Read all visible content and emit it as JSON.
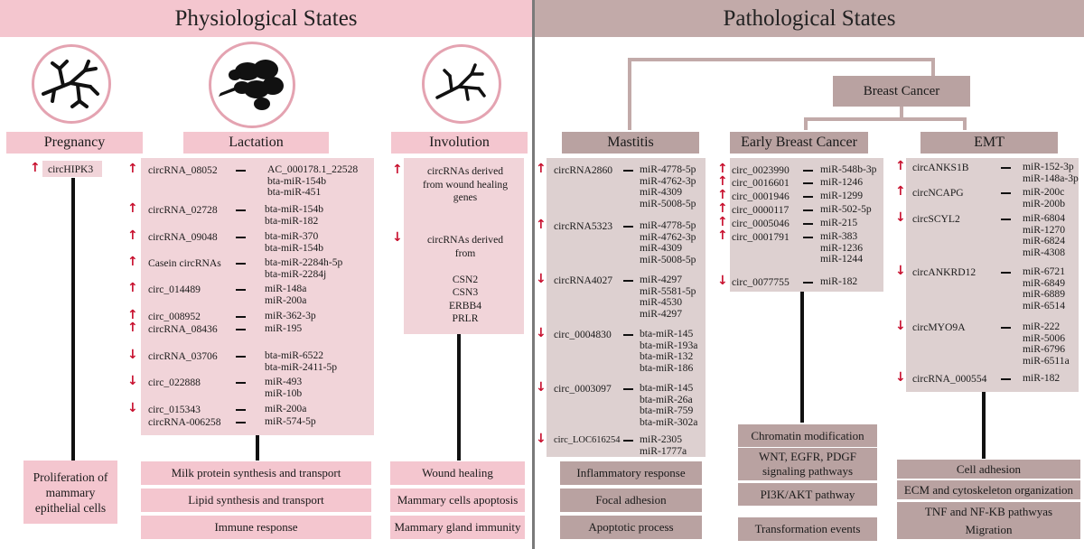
{
  "headers": {
    "physiological": "Physiological States",
    "pathological": "Pathological States"
  },
  "colors": {
    "pink": "#f4c6cf",
    "pink_light": "#f1d4d9",
    "brown": "#b9a2a1",
    "gray_light": "#ddd0d0",
    "up": "#c8102e",
    "down": "#c8102e"
  },
  "breast_cancer_label": "Breast Cancer",
  "pregnancy": {
    "title": "Pregnancy",
    "items": [
      {
        "dir": "up",
        "circ": "circHIPK3"
      }
    ],
    "outcome": "Proliferation of mammary epithelial cells"
  },
  "lactation": {
    "title": "Lactation",
    "items": [
      {
        "dir": "up",
        "circ": "circRNA_08052",
        "mirs": "AC_000178.1_22528\nbta-miR-154b\nbta-miR-451"
      },
      {
        "dir": "up",
        "circ": "circRNA_02728",
        "mirs": "bta-miR-154b\nbta-miR-182"
      },
      {
        "dir": "up",
        "circ": "circRNA_09048",
        "mirs": "bta-miR-370\nbta-miR-154b"
      },
      {
        "dir": "up",
        "circ": "Casein circRNAs",
        "mirs": "bta-miR-2284h-5p\nbta-miR-2284j"
      },
      {
        "dir": "up",
        "circ": "circ_014489",
        "mirs": "miR-148a\nmiR-200a"
      },
      {
        "dir": "up",
        "circ": "circ_008952",
        "mirs": "miR-362-3p"
      },
      {
        "dir": "up",
        "circ": "circRNA_08436",
        "mirs": "miR-195"
      },
      {
        "dir": "down",
        "circ": "circRNA_03706",
        "mirs": "bta-miR-6522\nbta-miR-2411-5p"
      },
      {
        "dir": "down",
        "circ": "circ_022888",
        "mirs": "miR-493\nmiR-10b"
      },
      {
        "dir": "down",
        "circ": "circ_015343",
        "mirs": "miR-200a"
      },
      {
        "dir": "",
        "circ": "circRNA-006258",
        "mirs": "miR-574-5p"
      }
    ],
    "outcomes": [
      "Milk protein synthesis and transport",
      "Lipid synthesis and transport",
      "Immune response"
    ]
  },
  "involution": {
    "title": "Involution",
    "items": [
      {
        "dir": "up",
        "text": "circRNAs derived\nfrom wound healing\ngenes"
      },
      {
        "dir": "down",
        "text": "circRNAs derived\nfrom\n\nCSN2\nCSN3\nERBB4\nPRLR"
      }
    ],
    "outcomes": [
      "Wound healing",
      "Mammary cells apoptosis",
      "Mammary gland immunity"
    ]
  },
  "mastitis": {
    "title": "Mastitis",
    "items": [
      {
        "dir": "up",
        "circ": "circRNA2860",
        "mirs": "miR-4778-5p\nmiR-4762-3p\nmiR-4309\nmiR-5008-5p"
      },
      {
        "dir": "up",
        "circ": "circRNA5323",
        "mirs": "miR-4778-5p\nmiR-4762-3p\nmiR-4309\nmiR-5008-5p"
      },
      {
        "dir": "down",
        "circ": "circRNA4027",
        "mirs": "miR-4297\nmiR-5581-5p\nmiR-4530\nmiR-4297"
      },
      {
        "dir": "down",
        "circ": "circ_0004830",
        "mirs": "bta-miR-145\nbta-miR-193a\nbta-miR-132\nbta-miR-186"
      },
      {
        "dir": "down",
        "circ": "circ_0003097",
        "mirs": "bta-miR-145\nbta-miR-26a\nbta-miR-759\nbta-miR-302a"
      },
      {
        "dir": "down",
        "circ": "circ_LOC616254",
        "mirs": "miR-2305\nmiR-1777a"
      }
    ],
    "outcomes": [
      "Inflammatory response",
      "Focal adhesion",
      "Apoptotic process"
    ]
  },
  "early_bc": {
    "title": "Early Breast Cancer",
    "items": [
      {
        "dir": "up",
        "circ": "circ_0023990",
        "mirs": "miR-548b-3p"
      },
      {
        "dir": "up",
        "circ": "circ_0016601",
        "mirs": "miR-1246"
      },
      {
        "dir": "up",
        "circ": "circ_0001946",
        "mirs": "miR-1299"
      },
      {
        "dir": "up",
        "circ": "circ_0000117",
        "mirs": "miR-502-5p"
      },
      {
        "dir": "up",
        "circ": "circ_0005046",
        "mirs": "miR-215"
      },
      {
        "dir": "up",
        "circ": "circ_0001791",
        "mirs": "miR-383\nmiR-1236\nmiR-1244"
      },
      {
        "dir": "down",
        "circ": "circ_0077755",
        "mirs": "miR-182"
      }
    ],
    "outcomes": [
      "Chromatin modification",
      "WNT, EGFR, PDGF signaling pathways",
      "PI3K/AKT pathway",
      "Transformation events"
    ]
  },
  "emt": {
    "title": "EMT",
    "items": [
      {
        "dir": "up",
        "circ": "circANKS1B",
        "mirs": "miR-152-3p\nmiR-148a-3p"
      },
      {
        "dir": "up",
        "circ": "circNCAPG",
        "mirs": "miR-200c\nmiR-200b"
      },
      {
        "dir": "down",
        "circ": "circSCYL2",
        "mirs": "miR-6804\nmiR-1270\nmiR-6824\nmiR-4308"
      },
      {
        "dir": "down",
        "circ": "circANKRD12",
        "mirs": "miR-6721\nmiR-6849\nmiR-6889\nmiR-6514"
      },
      {
        "dir": "down",
        "circ": "circMYO9A",
        "mirs": "miR-222\nmiR-5006\nmiR-6796\nmiR-6511a"
      },
      {
        "dir": "down",
        "circ": "circRNA_000554",
        "mirs": "miR-182"
      }
    ],
    "outcomes": [
      "Cell adhesion",
      "ECM and cytoskeleton organization",
      "TNF and NF-KB pathwyas",
      "Migration"
    ]
  }
}
